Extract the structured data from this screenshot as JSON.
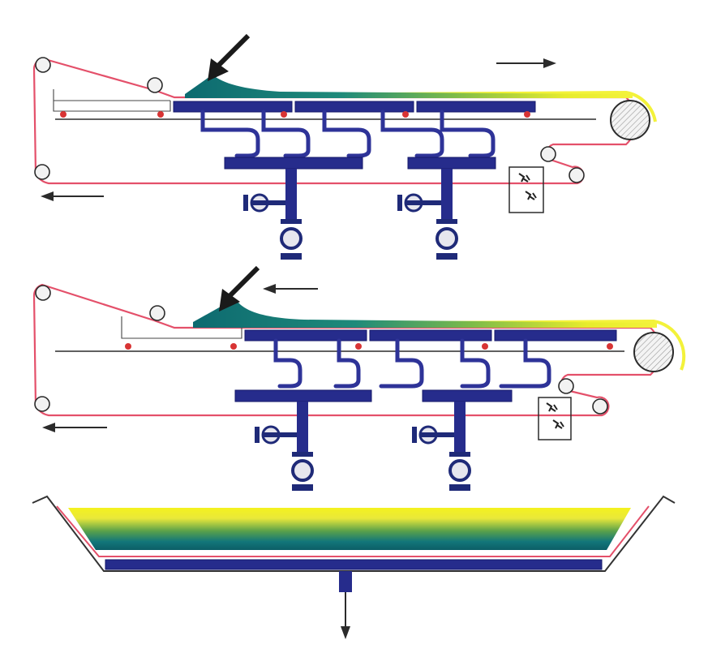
{
  "colors": {
    "belt": "#e4506a",
    "frame": "#2b2b2b",
    "plate": "#262c8c",
    "plate_edge": "#15196a",
    "pipe": "#2e3398",
    "roller_fill": "#f2f2f2",
    "hatch": "#8a8a8a",
    "slurry_dark": "#0f6f72",
    "slurry_mid": "#2f8f5a",
    "slurry_light": "#e9ec2a",
    "idler": "#d83434",
    "valve": "#1f2a78",
    "tray_line": "#333333"
  },
  "icons": {
    "feed": "feed-arrow-icon",
    "direction": "direction-arrow-icon",
    "valve": "valve-icon",
    "pump": "pump-icon",
    "washer": "washer-spray-icon",
    "outlet": "outlet-arrow-icon"
  },
  "units": [
    {
      "id": "upper",
      "feed_direction": "forward"
    },
    {
      "id": "lower",
      "feed_direction": "reverse"
    }
  ],
  "tray": {
    "label": ""
  }
}
